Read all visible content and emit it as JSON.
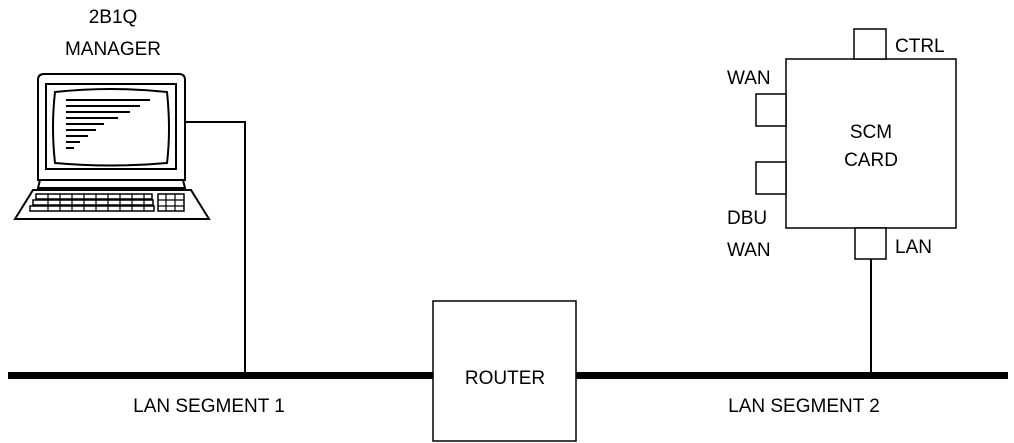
{
  "manager": {
    "line1": "2B1Q",
    "line2": "MANAGER"
  },
  "router": {
    "label": "ROUTER"
  },
  "segments": {
    "left": "LAN SEGMENT 1",
    "right": "LAN SEGMENT 2"
  },
  "card": {
    "line1": "SCM",
    "line2": "CARD",
    "ports": {
      "ctrl": "CTRL",
      "wan": "WAN",
      "dbu_line1": "DBU",
      "dbu_line2": "WAN",
      "lan": "LAN"
    }
  }
}
